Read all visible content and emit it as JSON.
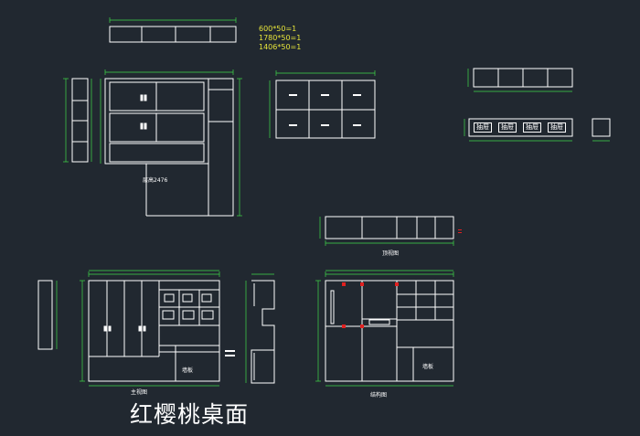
{
  "scale_notes": [
    "600*50=1",
    "1780*50=1",
    "1406*50=1"
  ],
  "labels": {
    "room_height": "层高2476",
    "top_view": "顶视图",
    "front_view": "主视图",
    "structure_view": "结构图",
    "wall_panel": "墙板"
  },
  "drawer_label": "抽屉",
  "drawer_tags": [
    "抽屉",
    "抽屉",
    "抽屉",
    "抽屉"
  ],
  "material_title": "红樱桃桌面",
  "colors": {
    "background": "#212830",
    "lines": "#ffffff",
    "dimensions": "#3fd94a",
    "notes": "#e6e43a",
    "markers": "#e02020"
  }
}
